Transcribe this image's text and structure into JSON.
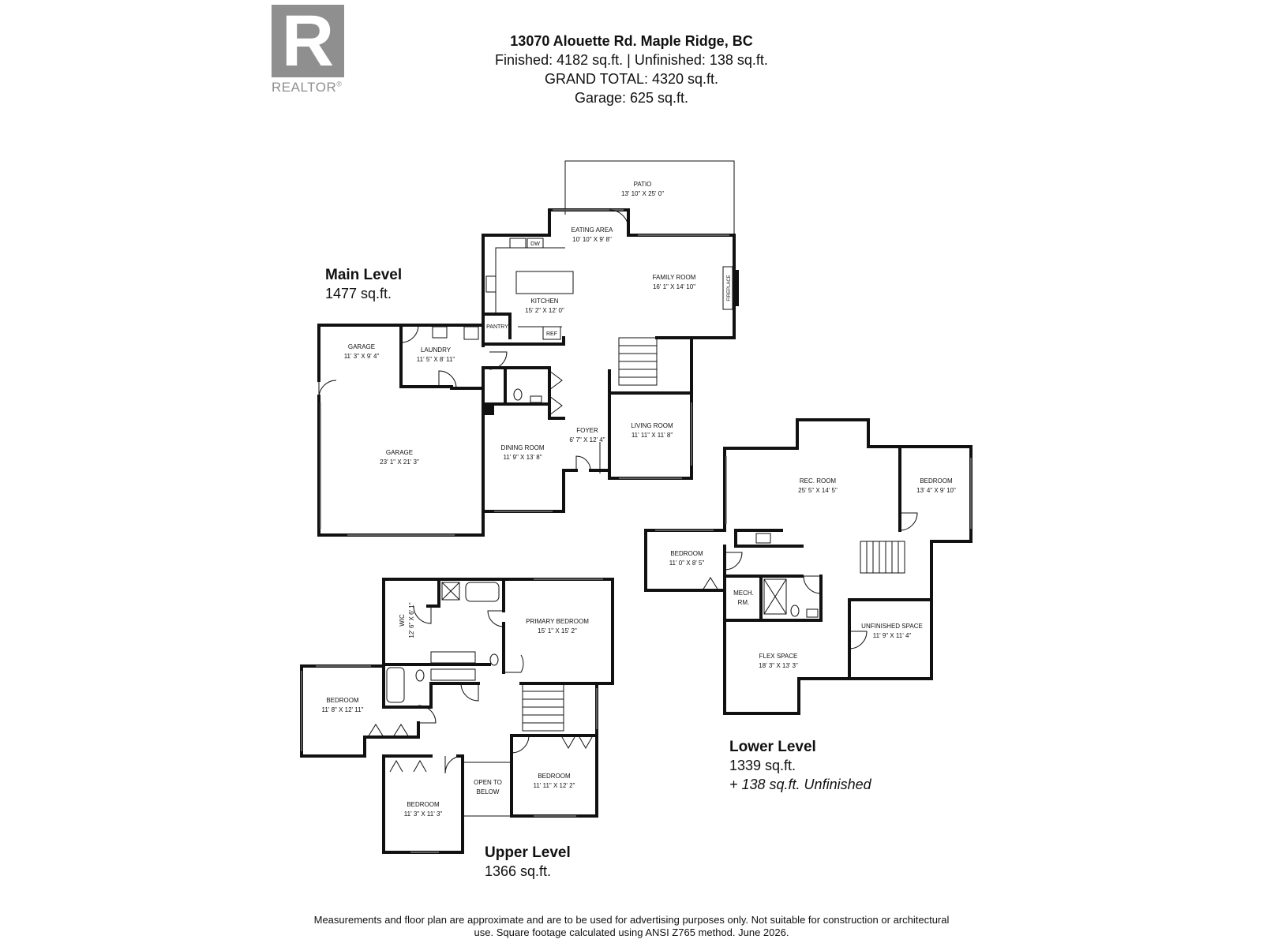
{
  "header": {
    "title": "13070 Alouette Rd. Maple Ridge, BC",
    "finished_line": "Finished: 4182 sq.ft.  |  Unfinished: 138 sq.ft.",
    "grand_total_line": "GRAND TOTAL: 4320 sq.ft.",
    "garage_line": "Garage:  625 sq.ft."
  },
  "logo": {
    "letter": "R",
    "text": "REALTOR",
    "reg_mark": "®"
  },
  "levels": {
    "main": {
      "name": "Main Level",
      "sqft": "1477 sq.ft."
    },
    "upper": {
      "name": "Upper Level",
      "sqft": "1366 sq.ft."
    },
    "lower": {
      "name": "Lower Level",
      "sqft": "1339 sq.ft.",
      "extra": "+ 138 sq.ft. Unfinished"
    }
  },
  "rooms": {
    "main": {
      "patio": {
        "name": "PATIO",
        "dims": "13' 10\" X 25' 0\""
      },
      "eating_area": {
        "name": "EATING AREA",
        "dims": "10' 10\" X 9' 8\""
      },
      "family_room": {
        "name": "FAMILY ROOM",
        "dims": "16' 1\" X 14' 10\""
      },
      "kitchen": {
        "name": "KITCHEN",
        "dims": "15' 2\" X 12' 0\""
      },
      "pantry": {
        "name": "PANTRY"
      },
      "ref": {
        "name": "REF"
      },
      "dw": {
        "name": "DW"
      },
      "fireplace": {
        "name": "FIREPLACE"
      },
      "garage_small": {
        "name": "GARAGE",
        "dims": "11' 3\" X 9' 4\""
      },
      "laundry": {
        "name": "LAUNDRY",
        "dims": "11' 5\" X 8' 11\""
      },
      "garage_large": {
        "name": "GARAGE",
        "dims": "23' 1\" X 21' 3\""
      },
      "dining_room": {
        "name": "DINING ROOM",
        "dims": "11' 9\" X 13' 8\""
      },
      "foyer": {
        "name": "FOYER",
        "dims": "6' 7\" X 12' 4\""
      },
      "living_room": {
        "name": "LIVING ROOM",
        "dims": "11' 11\" X 11' 8\""
      }
    },
    "lower": {
      "rec_room": {
        "name": "REC. ROOM",
        "dims": "25' 5\" X 14' 5\""
      },
      "bedroom_right": {
        "name": "BEDROOM",
        "dims": "13' 4\" X 9' 10\""
      },
      "bedroom_left": {
        "name": "BEDROOM",
        "dims": "11' 0\" X 8' 5\""
      },
      "mech_room": {
        "name": "MECH.",
        "name2": "RM."
      },
      "unfinished_space": {
        "name": "UNFINISHED SPACE",
        "dims": "11' 9\" X 11' 4\""
      },
      "flex_space": {
        "name": "FLEX SPACE",
        "dims": "18' 3\" X 13' 3\""
      }
    },
    "upper": {
      "wic": {
        "name": "WIC",
        "dims": "12' 6\" X 6' 1\""
      },
      "primary_bedroom": {
        "name": "PRIMARY BEDROOM",
        "dims": "15' 1\" X 15' 2\""
      },
      "bedroom_left": {
        "name": "BEDROOM",
        "dims": "11' 8\" X 12' 11\""
      },
      "bedroom_bottom": {
        "name": "BEDROOM",
        "dims": "11' 3\" X 11' 3\""
      },
      "open_to_below": {
        "name": "OPEN TO",
        "name2": "BELOW"
      },
      "bedroom_right": {
        "name": "BEDROOM",
        "dims": "11' 11\" X 12' 2\""
      }
    }
  },
  "disclaimer": {
    "line1": "Measurements and floor plan are approximate and are to be used for advertising purposes only. Not suitable for construction or architectural",
    "line2": "use. Square footage calculated using ANSI Z765 method. June 2026."
  }
}
